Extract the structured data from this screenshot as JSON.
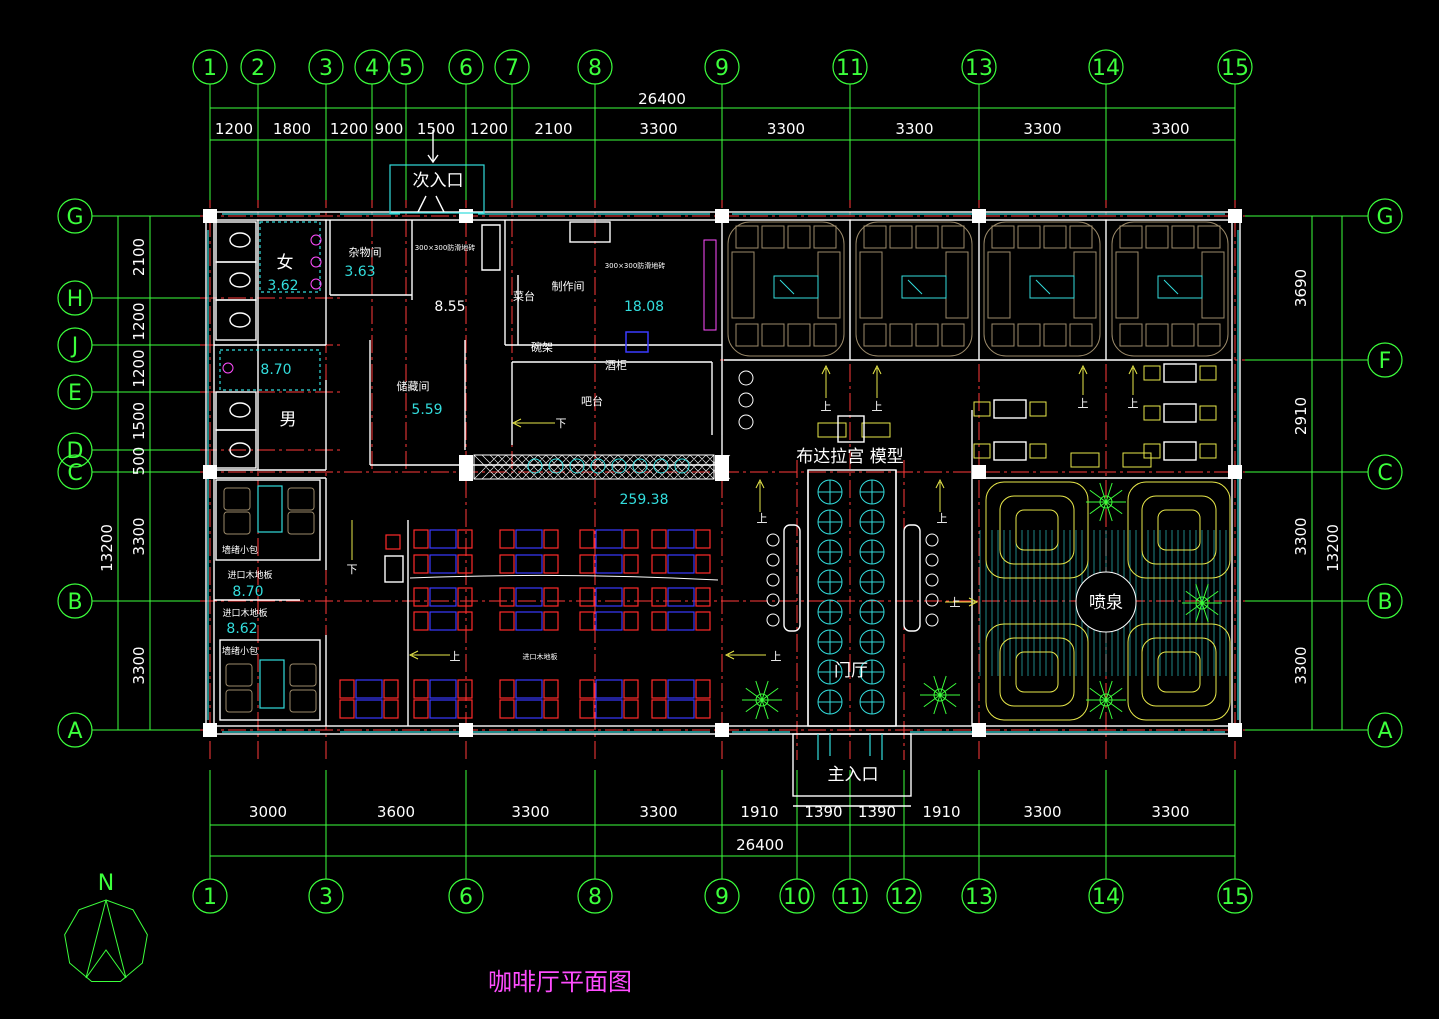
{
  "drawing": {
    "title": "咖啡厅平面图",
    "north_label": "N"
  },
  "axes": {
    "top": [
      "1",
      "2",
      "3",
      "4",
      "5",
      "6",
      "7",
      "8",
      "9",
      "11",
      "13",
      "14",
      "15"
    ],
    "bottom": [
      "1",
      "3",
      "6",
      "8",
      "9",
      "10",
      "11",
      "12",
      "13",
      "14",
      "15"
    ],
    "left": [
      "G",
      "H",
      "J",
      "E",
      "D",
      "C",
      "B",
      "A"
    ],
    "right": [
      "G",
      "F",
      "C",
      "B",
      "A"
    ]
  },
  "dimensions": {
    "top_total": "26400",
    "top_segments": [
      "1200",
      "1800",
      "1200",
      "900",
      "1500",
      "1200",
      "2100",
      "3300",
      "3300",
      "3300",
      "3300",
      "3300"
    ],
    "bottom_total": "26400",
    "bottom_segments": [
      "3000",
      "3600",
      "3300",
      "3300",
      "1910",
      "1390",
      "1390",
      "1910",
      "3300",
      "3300"
    ],
    "left_total": "13200",
    "left_segments": [
      "2100",
      "1200",
      "1200",
      "1500",
      "500",
      "3300",
      "3300"
    ],
    "right_total": "13200",
    "right_segments": [
      "3690",
      "2910",
      "3300",
      "3300"
    ]
  },
  "rooms": {
    "secondary_entrance": "次入口",
    "main_entrance": "主入口",
    "women": "女",
    "women_area": "3.62",
    "men": "男",
    "area_870_a": "8.70",
    "storage": "杂物间",
    "storage_area": "3.63",
    "corridor_area": "8.55",
    "kitchen": "制作间",
    "kitchen_area": "18.08",
    "tile_note_a": "300×300防滑地砖",
    "tile_note_b": "300×300防滑地砖",
    "dish_counter": "菜台",
    "shelf": "碗架",
    "wine_cabinet": "酒柜",
    "bar": "吧台",
    "store_room": "储藏间",
    "store_room_area": "5.59",
    "hall_area": "259.38",
    "private_room": "墙绪小包",
    "private_room_b": "墙绪小包",
    "wood_floor_a": "进口木地板",
    "wood_floor_b": "进口木地板",
    "wood_floor_c": "进口木地板",
    "area_870_b": "8.70",
    "area_862": "8.62",
    "potala_model": "布达拉宫  模型",
    "fountain": "喷泉",
    "lobby": "门厅",
    "up": "上",
    "down": "下"
  }
}
